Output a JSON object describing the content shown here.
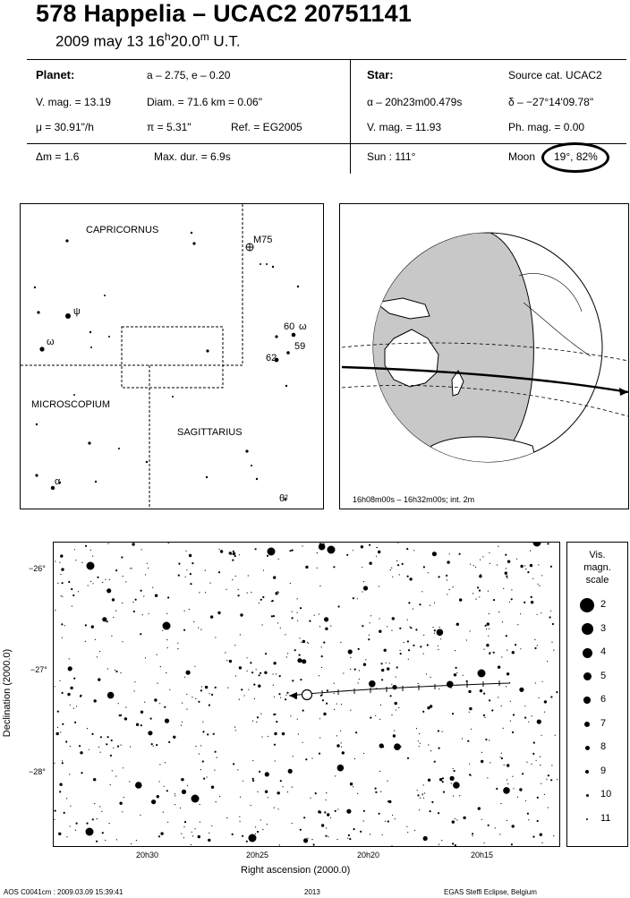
{
  "header": {
    "title": "578 Happelia  –  UCAC2 20751141",
    "date_prefix": "2009 may 13  16",
    "date_h": "h",
    "date_mid": "20.0",
    "date_m": "m",
    "date_suffix": " U.T."
  },
  "planet": {
    "heading": "Planet:",
    "orbit": "a – 2.75, e – 0.20",
    "vmag": "V. mag. = 13.19",
    "diam": "Diam. = 71.6 km = 0.06\"",
    "mu": "μ = 30.91\"/h",
    "pi": "π =  5.31\"",
    "ref": "Ref. = EG2005"
  },
  "star": {
    "heading": "Star:",
    "source": "Source cat.  UCAC2",
    "alpha": "α – 20h23m00.479s",
    "delta": "δ – −27°14'09.78\"",
    "vmag": "V. mag. = 11.93",
    "phmag": "Ph. mag. =  0.00"
  },
  "summary": {
    "dmag": "Δm = 1.6",
    "maxdur": "Max. dur. = 6.9s",
    "sun": "Sun : 111°",
    "moon_label": "Moon",
    "moon_value": "19°, 82%"
  },
  "constellation_map": {
    "labels": {
      "capricornus": "CAPRICORNUS",
      "microscopium": "MICROSCOPIUM",
      "sagittarius": "SAGITTARIUS",
      "m75": "M75",
      "psi": "ψ",
      "omega": "ω",
      "alpha": "α",
      "s60": "60",
      "s60w": "ω",
      "s59": "59",
      "s62": "62",
      "theta": "θ²"
    }
  },
  "globe": {
    "caption": "16h08m00s – 16h32m00s; int. 2m"
  },
  "star_chart": {
    "y_ticks": [
      "−26°",
      "−27°",
      "−28°"
    ],
    "x_ticks": [
      "20h30",
      "20h25",
      "20h20",
      "20h15"
    ],
    "xlabel": "Right ascension (2000.0)",
    "ylabel": "Declination (2000.0)",
    "legend_title": [
      "Vis.",
      "magn.",
      "scale"
    ],
    "legend_values": [
      "2",
      "3",
      "4",
      "5",
      "6",
      "7",
      "8",
      "9",
      "10",
      "11"
    ]
  },
  "footer": {
    "left": "AOS  C0041cm : 2009.03.09 15:39:41",
    "mid": "2013",
    "right": "EGAS  Steffi  Eclipse,  Belgium"
  }
}
